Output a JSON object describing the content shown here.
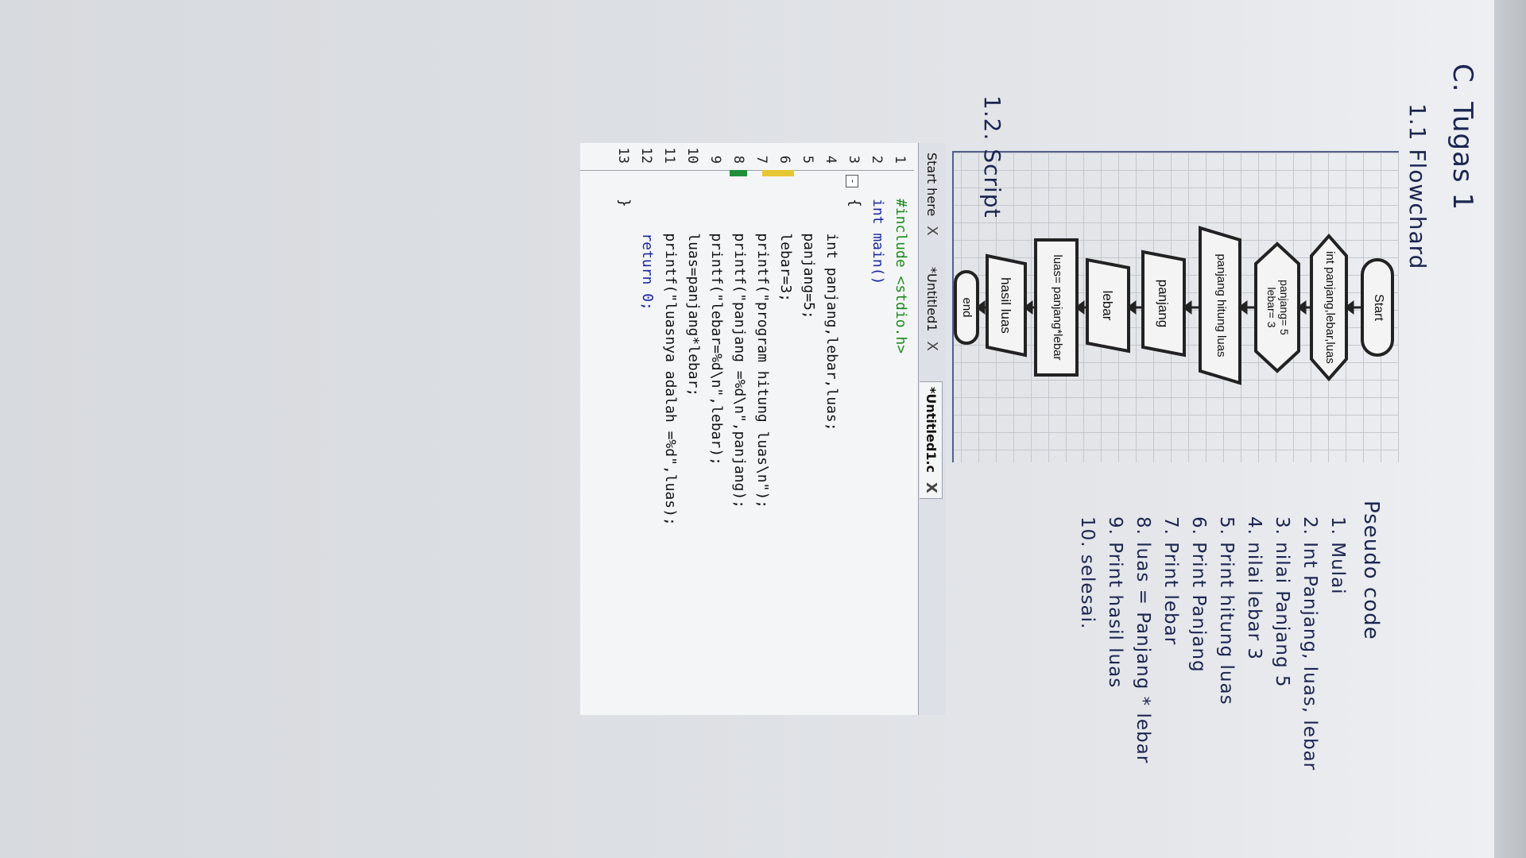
{
  "heading": "C. Tugas 1",
  "flowchart_title": "1.1 Flowchard",
  "script_title": "1.2. Script",
  "flowchart": {
    "nodes": [
      "Start",
      "int panjang,lebar,luas",
      "panjang= 5\nlebar= 3",
      "panjang hitung luas",
      "panjang",
      "lebar",
      "luas= panjang*lebar",
      "hasil luas",
      "end"
    ]
  },
  "pseudocode": {
    "title": "Pseudo code",
    "lines": [
      "1. Mulai",
      "2. Int Panjang, luas, lebar",
      "3. nilai Panjang 5",
      "4. nilai lebar 3",
      "5. Print hitung luas",
      "6. Print Panjang",
      "7. Print lebar",
      "8. luas = Panjang * lebar",
      "9. Print hasil luas",
      "10. selesai."
    ]
  },
  "editor": {
    "tabs": [
      {
        "label": "Start here",
        "close": "X"
      },
      {
        "label": "*Untitled1",
        "close": "X"
      },
      {
        "label": "*Untitled1.c",
        "close": "X"
      }
    ],
    "line_numbers": [
      "1",
      "2",
      "3",
      "4",
      "5",
      "6",
      "7",
      "8",
      "9",
      "10",
      "11",
      "12",
      "13"
    ],
    "lines": [
      "#include <stdio.h>",
      "int main()",
      "{",
      "    int panjang,lebar,luas;",
      "    panjang=5;",
      "    lebar=3;",
      "    printf(\"program hitung luas\\n\");",
      "    printf(\"panjang =%d\\n\",panjang);",
      "    printf(\"lebar=%d\\n\",lebar);",
      "    luas=panjang*lebar;",
      "    printf(\"luasnya adalah =%d\",luas);",
      "    return 0;",
      "}"
    ],
    "fold_symbol": "-"
  },
  "colors": {
    "ink": "#1b2550",
    "preprocessor": "#1c8a1c",
    "keyword": "#1a2a9e",
    "string": "#b5121b",
    "marker_yellow": "#e6c634",
    "marker_green": "#1f8f3a"
  }
}
